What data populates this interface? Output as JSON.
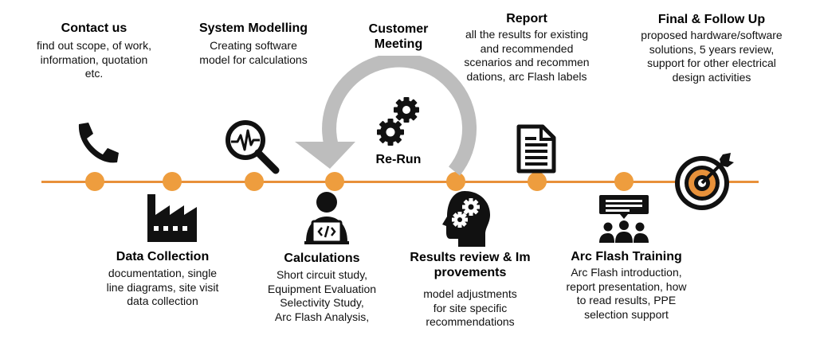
{
  "colors": {
    "accent": "#E8913A",
    "icon": "#111111",
    "arrow": "#BDBDBD"
  },
  "stages_top": [
    {
      "id": "contact",
      "title": "Contact us",
      "lines": [
        "find out scope, of work,",
        "information, quotation",
        "etc."
      ],
      "icon": "phone-icon"
    },
    {
      "id": "modelling",
      "title": "System Modelling",
      "lines": [
        "Creating software",
        "model for calculations"
      ],
      "icon": "magnifier-waveform-icon"
    },
    {
      "id": "meeting",
      "title_lines": [
        "Customer",
        "Meeting"
      ],
      "icon": "gears-icon"
    },
    {
      "id": "report",
      "title": "Report",
      "lines": [
        "all the results for existing",
        "and recommended",
        "scenarios and recommen",
        "dations, arc Flash labels"
      ],
      "icon": "document-icon"
    },
    {
      "id": "final",
      "title": "Final & Follow Up",
      "lines": [
        "proposed hardware/software",
        "solutions, 5 years review,",
        "support for other electrical",
        "design activities"
      ],
      "icon": "target-icon"
    }
  ],
  "stages_bottom": [
    {
      "id": "data",
      "title": "Data Collection",
      "lines": [
        "documentation, single",
        "line diagrams, site visit",
        "data collection"
      ],
      "icon": "factory-icon"
    },
    {
      "id": "calc",
      "title": "Calculations",
      "lines": [
        "Short circuit study,",
        "Equipment Evaluation",
        "Selectivity Study,",
        "Arc Flash Analysis,"
      ],
      "icon": "developer-laptop-icon"
    },
    {
      "id": "results",
      "title_lines": [
        "Results review & Im",
        "provements"
      ],
      "lines": [
        "model adjustments",
        "for site specific",
        "recommendations"
      ],
      "icon": "head-gears-icon"
    },
    {
      "id": "training",
      "title": "Arc Flash Training",
      "lines": [
        "Arc Flash introduction,",
        "report presentation, how",
        "to read results, PPE",
        "selection support"
      ],
      "icon": "presentation-audience-icon"
    }
  ],
  "rerun_label": "Re-Run"
}
